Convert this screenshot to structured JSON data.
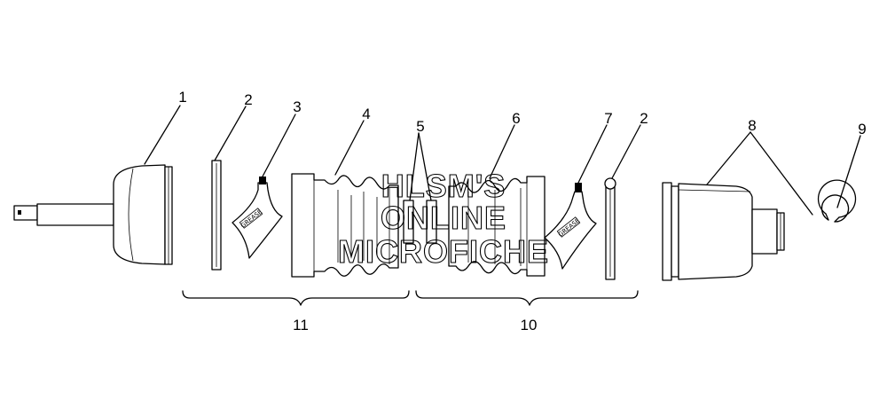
{
  "callouts": {
    "c1": "1",
    "c2a": "2",
    "c3": "3",
    "c4": "4",
    "c5": "5",
    "c6": "6",
    "c7": "7",
    "c2b": "2",
    "c8": "8",
    "c9": "9",
    "c10": "10",
    "c11": "11"
  },
  "tags": {
    "left": "GREASE",
    "right": "GREASE"
  },
  "watermark": {
    "line1": "HLSM'S",
    "line2": "ONLINE",
    "line3": "MICROFICHE"
  },
  "icons": [
    "outer-cv-joint-icon",
    "roll-pin-icon",
    "grease-packet-icon",
    "boot-icon",
    "inner-joint-housing-icon",
    "snap-ring-icon"
  ]
}
